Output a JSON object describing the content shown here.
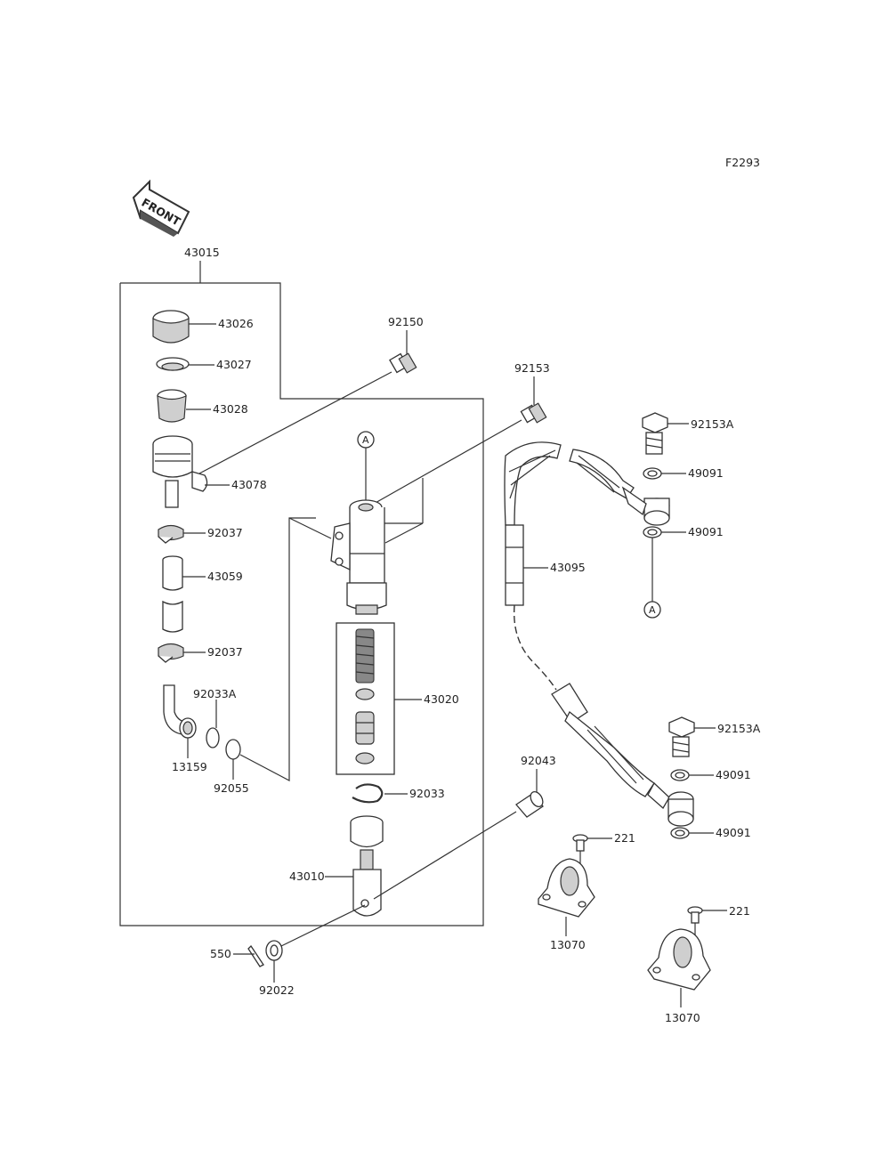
{
  "figure_code": "F2293",
  "front_label": "FRONT",
  "ref_marker": "A",
  "labels": {
    "assy": "43015",
    "cap": "43026",
    "diaphragm_plate": "43027",
    "diaphragm": "43028",
    "reservoir": "43078",
    "clamp_top": "92037",
    "hose": "43059",
    "clamp_bottom": "92037",
    "ring_92033a": "92033A",
    "elbow": "13159",
    "oring": "92055",
    "bolt_92150": "92150",
    "bolt_92153": "92153",
    "piston_kit": "43020",
    "circlip": "92033",
    "pushrod": "43010",
    "pin": "92043",
    "cotter": "550",
    "washer": "92022",
    "brake_hose": "43095",
    "banjo_bolt_top": "92153A",
    "gasket_1": "49091",
    "gasket_2": "49091",
    "banjo_bolt_bottom": "92153A",
    "gasket_3": "49091",
    "gasket_4": "49091",
    "screw_1": "221",
    "clamp_1": "13070",
    "screw_2": "221",
    "clamp_2": "13070"
  }
}
